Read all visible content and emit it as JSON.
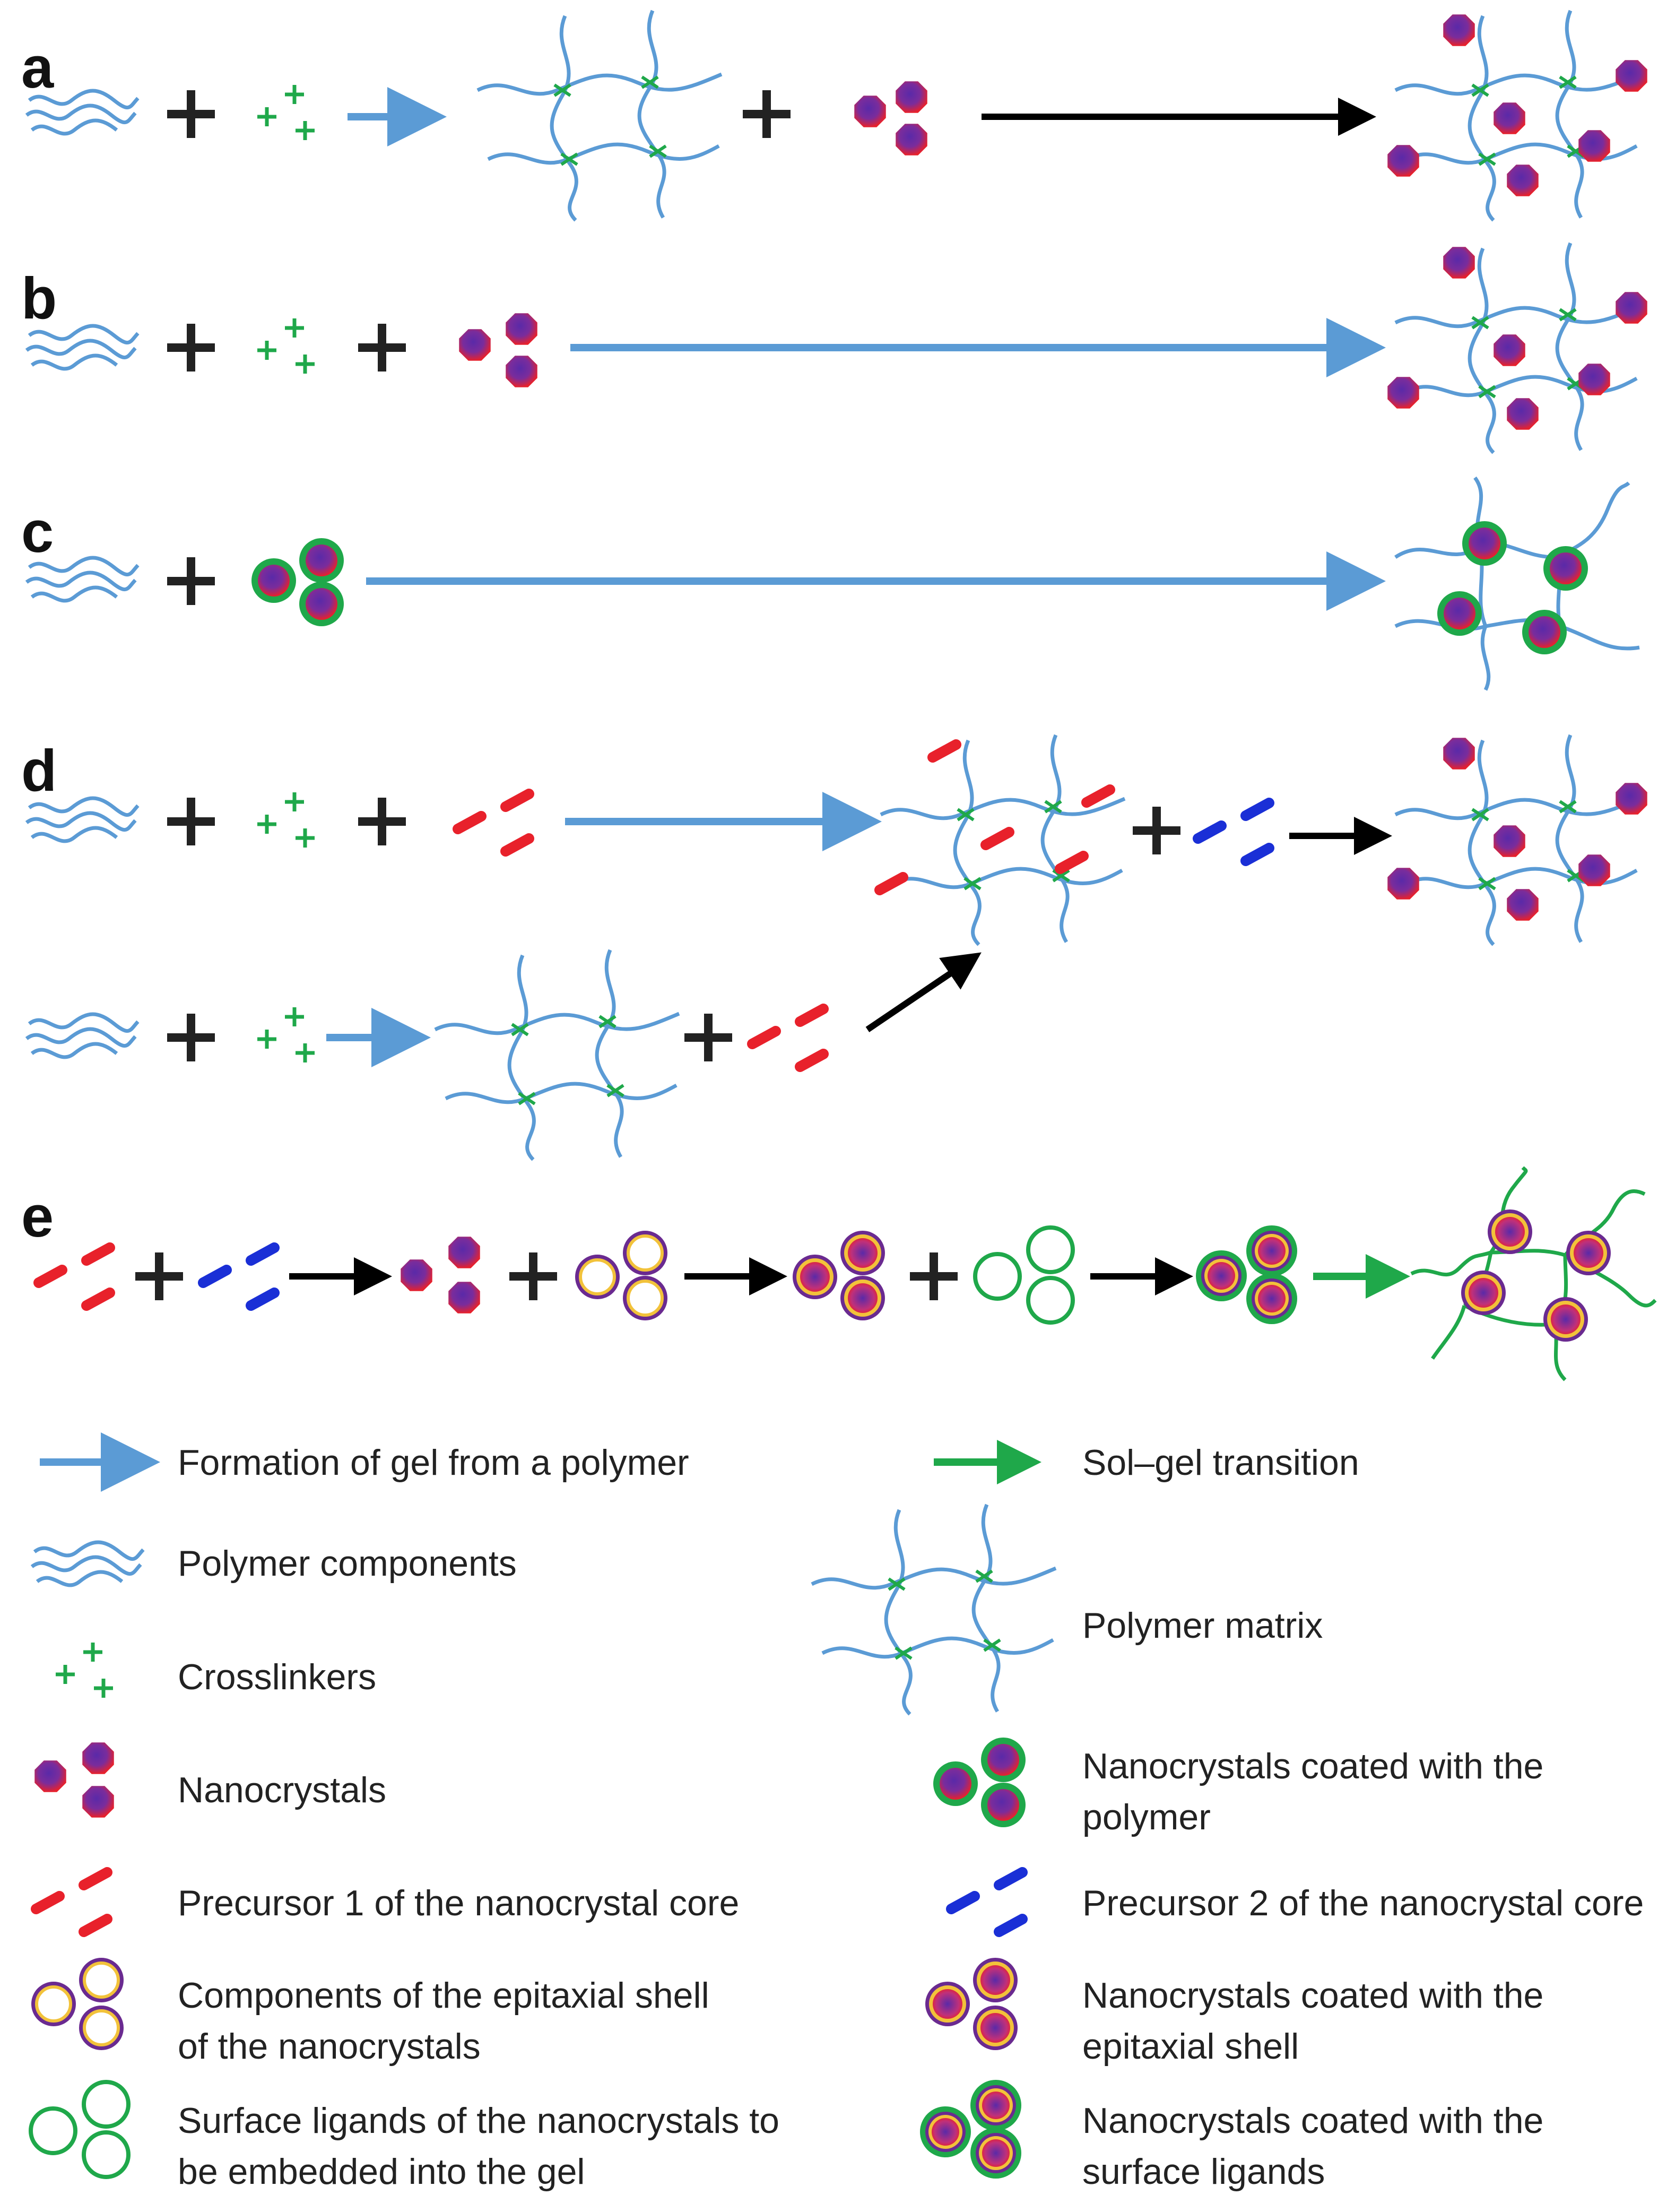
{
  "rows": {
    "a": {
      "label": "a"
    },
    "b": {
      "label": "b"
    },
    "c": {
      "label": "c"
    },
    "d": {
      "label": "d"
    },
    "e": {
      "label": "e"
    }
  },
  "legend": {
    "gel_formation": "Formation of gel from a polymer",
    "sol_gel": "Sol–gel transition",
    "polymer_components": "Polymer components",
    "polymer_matrix": "Polymer matrix",
    "crosslinkers": "Crosslinkers",
    "nanocrystals": "Nanocrystals",
    "nc_coated_polymer_1": "Nanocrystals coated with the",
    "nc_coated_polymer_2": "polymer",
    "precursor1": "Precursor 1 of the nanocrystal core",
    "precursor2": "Precursor 2 of the nanocrystal core",
    "epitaxial_components_1": "Components of the epitaxial shell",
    "epitaxial_components_2": "of the nanocrystals",
    "nc_coated_epitaxial_1": "Nanocrystals coated with the",
    "nc_coated_epitaxial_2": "epitaxial shell",
    "surface_ligands_1": "Surface ligands of the nanocrystals to",
    "surface_ligands_2": "be embedded into the gel",
    "nc_coated_ligands_1": "Nanocrystals coated with the",
    "nc_coated_ligands_2": "surface ligands"
  },
  "colors": {
    "polymer": "#5b9bd5",
    "crosslinker": "#1fa84a",
    "gel_arrow": "#5b9bd5",
    "sol_gel_arrow": "#1fa84a",
    "process_arrow": "#000000",
    "plus": "#222222",
    "precursor1": "#e8212b",
    "precursor2": "#1a2fd6",
    "nanocrystal_core": "#5a2aa8",
    "nanocrystal_edge": "#e8212b",
    "epitaxial_shell": "#f2c23a",
    "epitaxial_ring": "#6a2a90",
    "ligand_shell": "#1fa84a"
  }
}
